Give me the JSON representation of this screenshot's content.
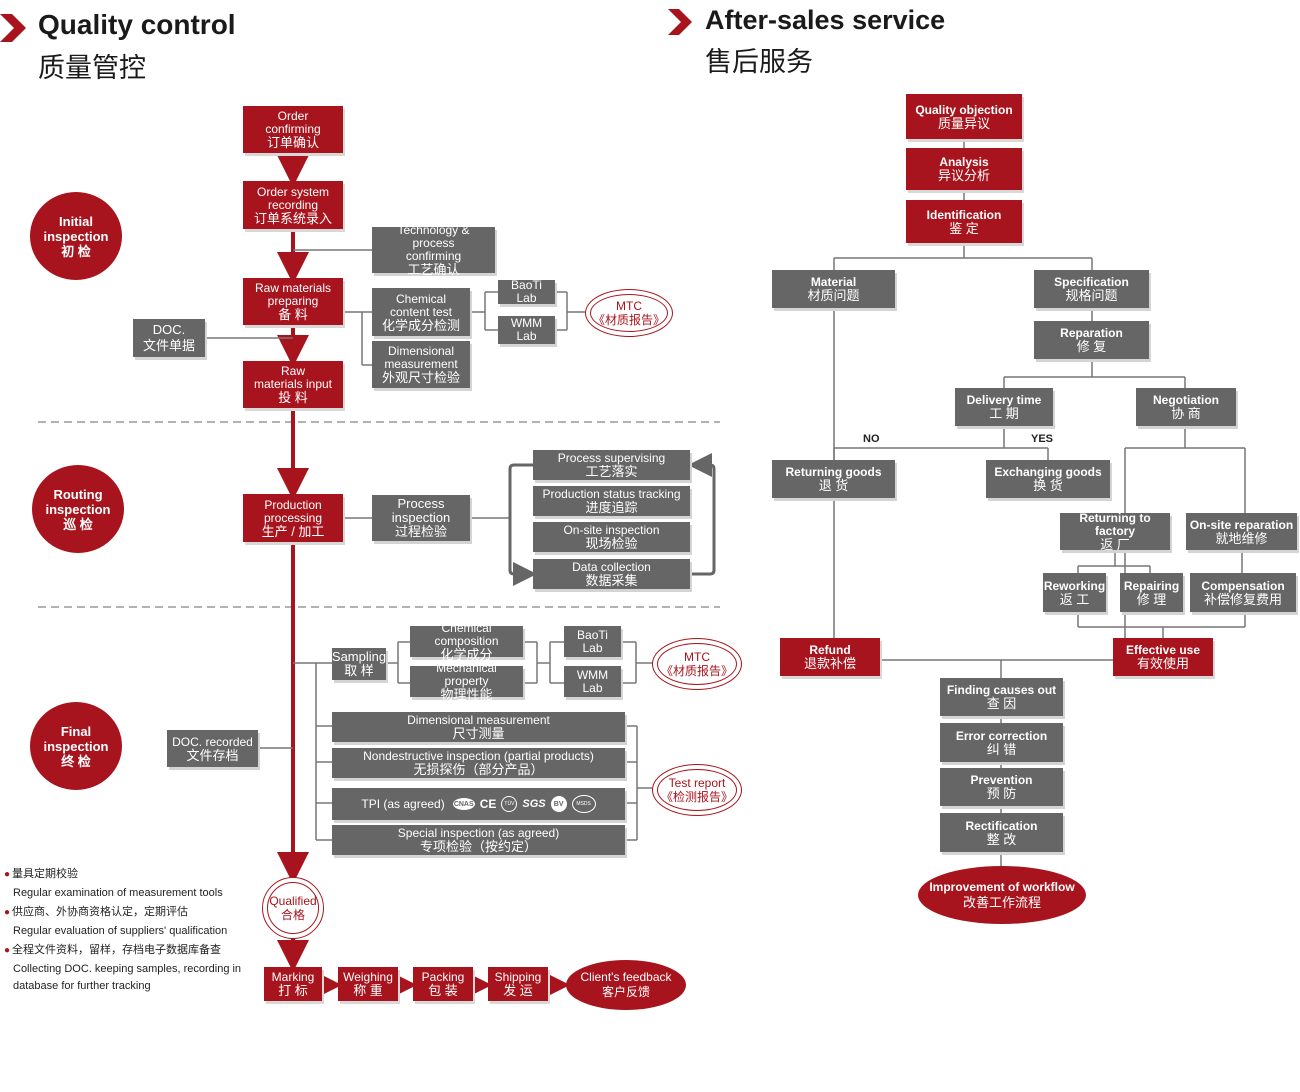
{
  "left": {
    "title_en": "Quality control",
    "title_cn": "质量管控",
    "stages": {
      "initial": {
        "en1": "Initial",
        "en2": "inspection",
        "cn": "初 检"
      },
      "routing": {
        "en1": "Routing",
        "en2": "inspection",
        "cn": "巡 检"
      },
      "final": {
        "en1": "Final",
        "en2": "inspection",
        "cn": "终 检"
      }
    },
    "order_confirm": {
      "en1": "Order",
      "en2": "confirming",
      "cn": "订单确认"
    },
    "order_system": {
      "en1": "Order system",
      "en2": "recording",
      "cn": "订单系统录入"
    },
    "tech_process": {
      "en1": "Technology & process",
      "en2": "confirming",
      "cn": "工艺确认"
    },
    "raw_prep": {
      "en1": "Raw materials",
      "en2": "preparing",
      "cn": "备 料"
    },
    "chem_test": {
      "en1": "Chemical",
      "en2": "content test",
      "cn": "化学成分检测"
    },
    "baoti_lab_1": "BaoTi Lab",
    "wmm_lab_1": "WMM Lab",
    "mtc_1": {
      "en": "MTC",
      "cn": "《材质报告》"
    },
    "doc": {
      "en": "DOC.",
      "cn": "文件单据"
    },
    "dim_meas_1": {
      "en1": "Dimensional",
      "en2": "measurement",
      "cn": "外观尺寸检验"
    },
    "raw_input": {
      "en1": "Raw",
      "en2": "materials input",
      "cn": "投 料"
    },
    "production": {
      "en1": "Production",
      "en2": "processing",
      "cn": "生产 / 加工"
    },
    "process_insp": {
      "en1": "Process",
      "en2": "inspection",
      "cn": "过程检验"
    },
    "proc_items": [
      {
        "en": "Process supervising",
        "cn": "工艺落实"
      },
      {
        "en": "Production status tracking",
        "cn": "进度追踪"
      },
      {
        "en": "On-site inspection",
        "cn": "现场检验"
      },
      {
        "en": "Data collection",
        "cn": "数据采集"
      }
    ],
    "sampling": {
      "en": "Sampling",
      "cn": "取 样"
    },
    "chem_comp": {
      "en": "Chemical composition",
      "cn": "化学成分"
    },
    "mech_prop": {
      "en": "Mechanical property",
      "cn": "物理性能"
    },
    "baoti_lab_2": "BaoTi Lab",
    "wmm_lab_2": "WMM Lab",
    "mtc_2": {
      "en": "MTC",
      "cn": "《材质报告》"
    },
    "doc_recorded": {
      "en": "DOC. recorded",
      "cn": "文件存档"
    },
    "dim_meas_2": {
      "en": "Dimensional measurement",
      "cn": "尺寸测量"
    },
    "ndt": {
      "en": "Nondestructive inspection (partial products)",
      "cn": "无损探伤（部分产品）"
    },
    "tpi": {
      "en": "TPI  (as agreed)",
      "certs": [
        "CNAS",
        "CE",
        "TÜV",
        "SGS",
        "BV",
        "MSDS"
      ]
    },
    "special": {
      "en": "Special inspection (as agreed)",
      "cn": "专项检验（按约定）"
    },
    "test_report": {
      "en": "Test report",
      "cn": "《检测报告》"
    },
    "qualified": {
      "en": "Qualified",
      "cn": "合格"
    },
    "ship_steps": [
      {
        "en": "Marking",
        "cn": "打 标"
      },
      {
        "en": "Weighing",
        "cn": "称 重"
      },
      {
        "en": "Packing",
        "cn": "包 装"
      },
      {
        "en": "Shipping",
        "cn": "发 运"
      }
    ],
    "feedback": {
      "en": "Client's feedback",
      "cn": "客户反馈"
    },
    "notes": [
      {
        "cn": "量具定期校验",
        "en": "Regular examination of measurement tools"
      },
      {
        "cn": "供应商、外协商资格认定，定期评估",
        "en": "Regular evaluation of suppliers' qualification"
      },
      {
        "cn": "全程文件资料，留样，存档电子数据库备查",
        "en": "Collecting DOC. keeping samples, recording in",
        "en2": "database for further tracking"
      }
    ]
  },
  "right": {
    "title_en": "After-sales service",
    "title_cn": "售后服务",
    "quality_objection": {
      "en": "Quality objection",
      "cn": "质量异议"
    },
    "analysis": {
      "en": "Analysis",
      "cn": "异议分析"
    },
    "identification": {
      "en": "Identification",
      "cn": "鉴 定"
    },
    "material": {
      "en": "Material",
      "cn": "材质问题"
    },
    "specification": {
      "en": "Specification",
      "cn": "规格问题"
    },
    "reparation": {
      "en": "Reparation",
      "cn": "修 复"
    },
    "delivery_time": {
      "en": "Delivery time",
      "cn": "工 期"
    },
    "negotiation": {
      "en": "Negotiation",
      "cn": "协 商"
    },
    "no": "NO",
    "yes": "YES",
    "returning_goods": {
      "en": "Returning goods",
      "cn": "退 货"
    },
    "exchanging_goods": {
      "en": "Exchanging goods",
      "cn": "换 货"
    },
    "returning_factory": {
      "en": "Returning to factory",
      "cn": "返  厂"
    },
    "onsite_reparation": {
      "en": "On-site reparation",
      "cn": "就地维修"
    },
    "reworking": {
      "en": "Reworking",
      "cn": "返 工"
    },
    "repairing": {
      "en": "Repairing",
      "cn": "修 理"
    },
    "compensation": {
      "en": "Compensation",
      "cn": "补偿修复费用"
    },
    "refund": {
      "en": "Refund",
      "cn": "退款补偿"
    },
    "effective_use": {
      "en": "Effective use",
      "cn": "有效使用"
    },
    "finding_causes": {
      "en": "Finding causes out",
      "cn": "查 因"
    },
    "error_correction": {
      "en": "Error correction",
      "cn": "纠 错"
    },
    "prevention": {
      "en": "Prevention",
      "cn": "预 防"
    },
    "rectification": {
      "en": "Rectification",
      "cn": "整 改"
    },
    "improvement": {
      "en": "Improvement of workflow",
      "cn": "改善工作流程"
    }
  },
  "colors": {
    "red": "#a8141d",
    "gray": "#666666",
    "line": "#777777"
  }
}
